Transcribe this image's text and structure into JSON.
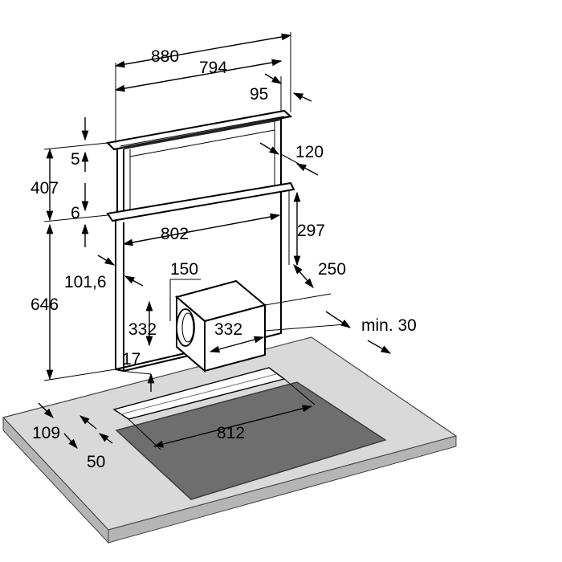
{
  "diagram": {
    "colors": {
      "counter_top": "#d9d9d9",
      "counter_edge": "#b5b5b5",
      "hob": "#6e6e6e",
      "hob_edge": "#3c3c3c",
      "outline": "#000000"
    },
    "dimensions": {
      "width_880": "880",
      "width_794": "794",
      "depth_95": "95",
      "depth_120": "120",
      "height_5": "5",
      "height_407": "407",
      "height_6": "6",
      "width_802": "802",
      "height_297": "297",
      "depth_250": "250",
      "outlet_150": "150",
      "offset_101_6": "101,6",
      "motor_332_height": "332",
      "motor_332_width": "332",
      "height_646": "646",
      "gap_17": "17",
      "gap_min_30": "min. 30",
      "cutout_812": "812",
      "offset_109": "109",
      "offset_50": "50"
    }
  }
}
